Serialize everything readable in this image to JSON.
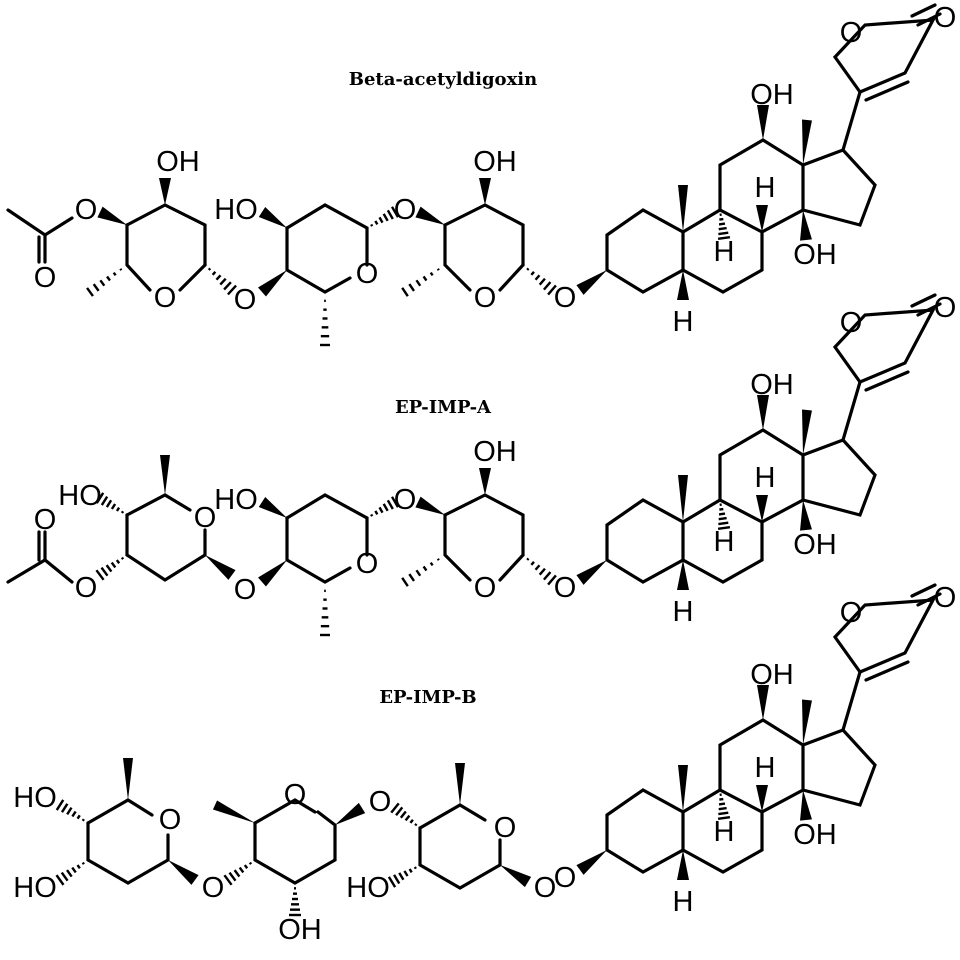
{
  "molecules": [
    {
      "name": "Beta-acetyldigoxin",
      "atoms": {
        "o": "O",
        "oh": "OH",
        "ho": "HO",
        "h": "H"
      }
    },
    {
      "name": "EP-IMP-A",
      "atoms": {
        "o": "O",
        "oh": "OH",
        "ho": "HO",
        "h": "H"
      }
    },
    {
      "name": "EP-IMP-B",
      "atoms": {
        "o": "O",
        "oh": "OH",
        "ho": "HO",
        "h": "H"
      }
    }
  ]
}
